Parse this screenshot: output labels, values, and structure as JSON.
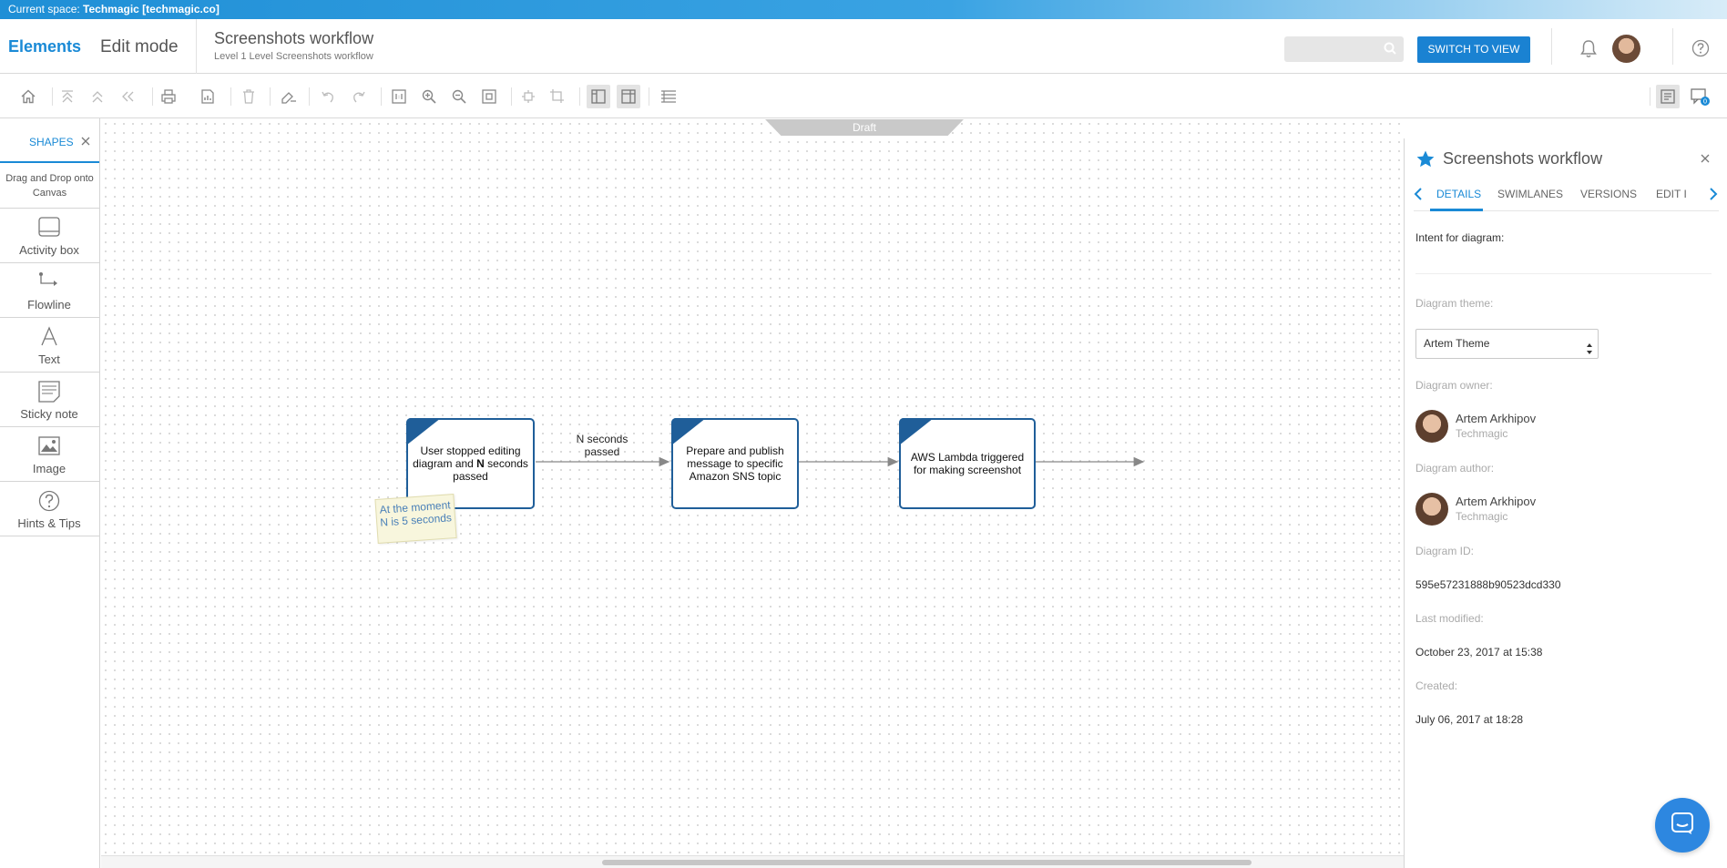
{
  "space": {
    "prefix": "Current space:",
    "name": "Techmagic [techmagic.co]"
  },
  "header": {
    "logo": "Elements",
    "mode": "Edit mode",
    "doc_title": "Screenshots workflow",
    "doc_subtitle": "Level 1 Level Screenshots workflow",
    "search_placeholder": "",
    "switch_label": "SWITCH TO VIEW"
  },
  "shapes_panel": {
    "title": "SHAPES",
    "hint": "Drag and Drop onto Canvas",
    "items": [
      {
        "label": "Activity box",
        "icon": "activity-box-icon"
      },
      {
        "label": "Flowline",
        "icon": "flowline-icon"
      },
      {
        "label": "Text",
        "icon": "text-icon"
      },
      {
        "label": "Sticky note",
        "icon": "sticky-note-icon"
      },
      {
        "label": "Image",
        "icon": "image-icon"
      },
      {
        "label": "Hints & Tips",
        "icon": "help-icon"
      }
    ]
  },
  "canvas": {
    "status_tab": "Draft",
    "boxes": [
      {
        "text_pre": "User stopped editing diagram and ",
        "text_bold": "N",
        "text_post": " seconds passed"
      },
      {
        "text": "Prepare and publish message to specific Amazon SNS topic"
      },
      {
        "text": "AWS Lambda triggered for making screenshot"
      }
    ],
    "edge_label": "N seconds passed",
    "sticky_note": "At the moment N is 5 seconds"
  },
  "details_panel": {
    "title": "Screenshots workflow",
    "tabs": [
      "DETAILS",
      "SWIMLANES",
      "VERSIONS",
      "EDIT I"
    ],
    "active_tab": "DETAILS",
    "intent_label": "Intent for diagram:",
    "theme_label": "Diagram theme:",
    "theme_value": "Artem Theme",
    "owner_label": "Diagram owner:",
    "owner": {
      "name": "Artem Arkhipov",
      "org": "Techmagic"
    },
    "author_label": "Diagram author:",
    "author": {
      "name": "Artem Arkhipov",
      "org": "Techmagic"
    },
    "id_label": "Diagram ID:",
    "id_value": "595e57231888b90523dcd330",
    "modified_label": "Last modified:",
    "modified_value": "October 23, 2017 at 15:38",
    "created_label": "Created:",
    "created_value": "July 06, 2017 at 18:28"
  },
  "comments_badge": "0",
  "colors": {
    "accent": "#1a8ad6",
    "box_border": "#1f5e99",
    "button": "#1a82d2"
  }
}
